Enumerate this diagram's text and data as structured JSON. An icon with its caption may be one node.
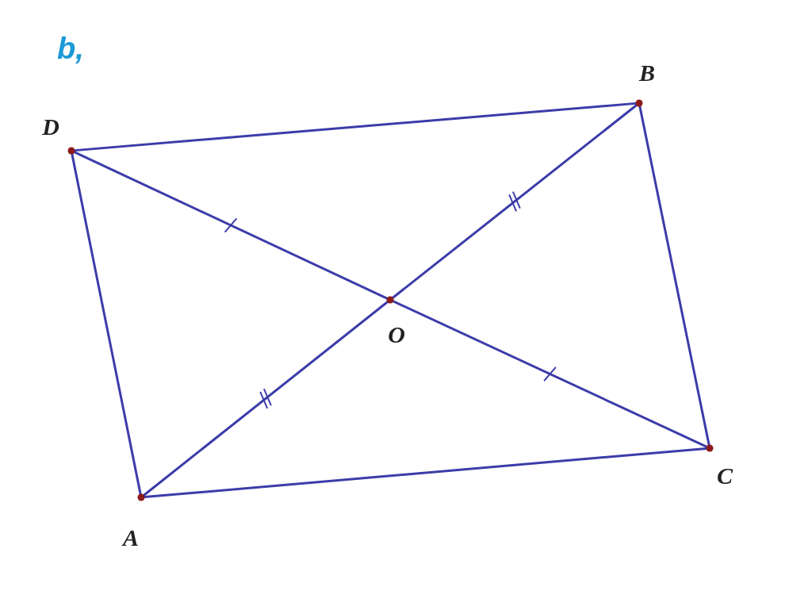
{
  "diagram": {
    "title": "b,",
    "nodes": [
      {
        "text": [
          "D"
        ]
      },
      {
        "text": [
          "B"
        ]
      },
      {
        "text": [
          "O"
        ]
      },
      {
        "text": [
          "C"
        ]
      },
      {
        "text": [
          "A"
        ]
      }
    ],
    "edges": [
      {
        "from": 0,
        "to": 1,
        "arrow": "none"
      },
      {
        "from": 1,
        "to": 3,
        "arrow": "none"
      },
      {
        "from": 3,
        "to": 4,
        "arrow": "none"
      },
      {
        "from": 4,
        "to": 0,
        "arrow": "none"
      },
      {
        "from": 0,
        "to": 2,
        "arrow": "none"
      },
      {
        "from": 2,
        "to": 3,
        "arrow": "none"
      },
      {
        "from": 4,
        "to": 2,
        "arrow": "none"
      },
      {
        "from": 2,
        "to": 1,
        "arrow": "none"
      }
    ]
  }
}
